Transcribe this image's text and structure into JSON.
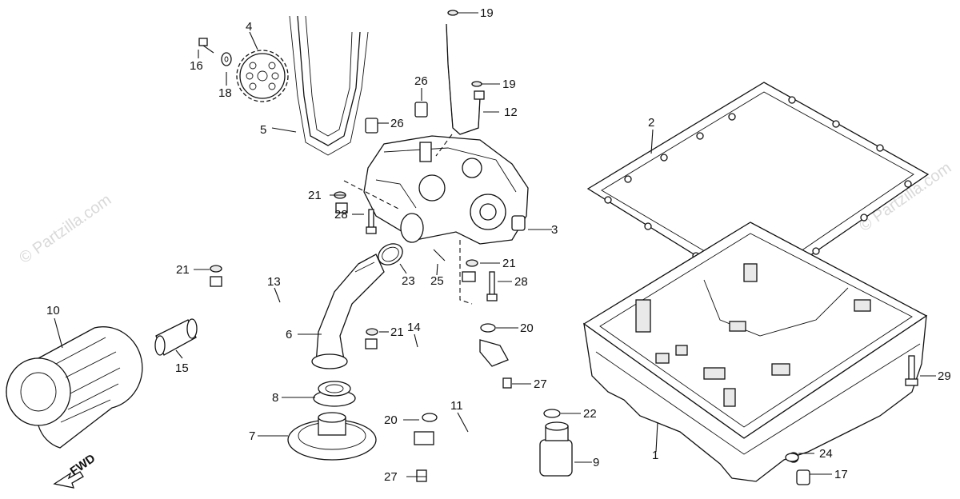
{
  "watermark": "© Partzilla.com",
  "fwd_label": "FWD",
  "callouts": [
    "1",
    "2",
    "3",
    "4",
    "5",
    "6",
    "7",
    "8",
    "9",
    "10",
    "11",
    "12",
    "13",
    "14",
    "15",
    "16",
    "17",
    "18",
    "19",
    "19",
    "20",
    "20",
    "21",
    "21",
    "21",
    "21",
    "22",
    "23",
    "24",
    "25",
    "26",
    "26",
    "27",
    "27",
    "28",
    "28",
    "29"
  ]
}
